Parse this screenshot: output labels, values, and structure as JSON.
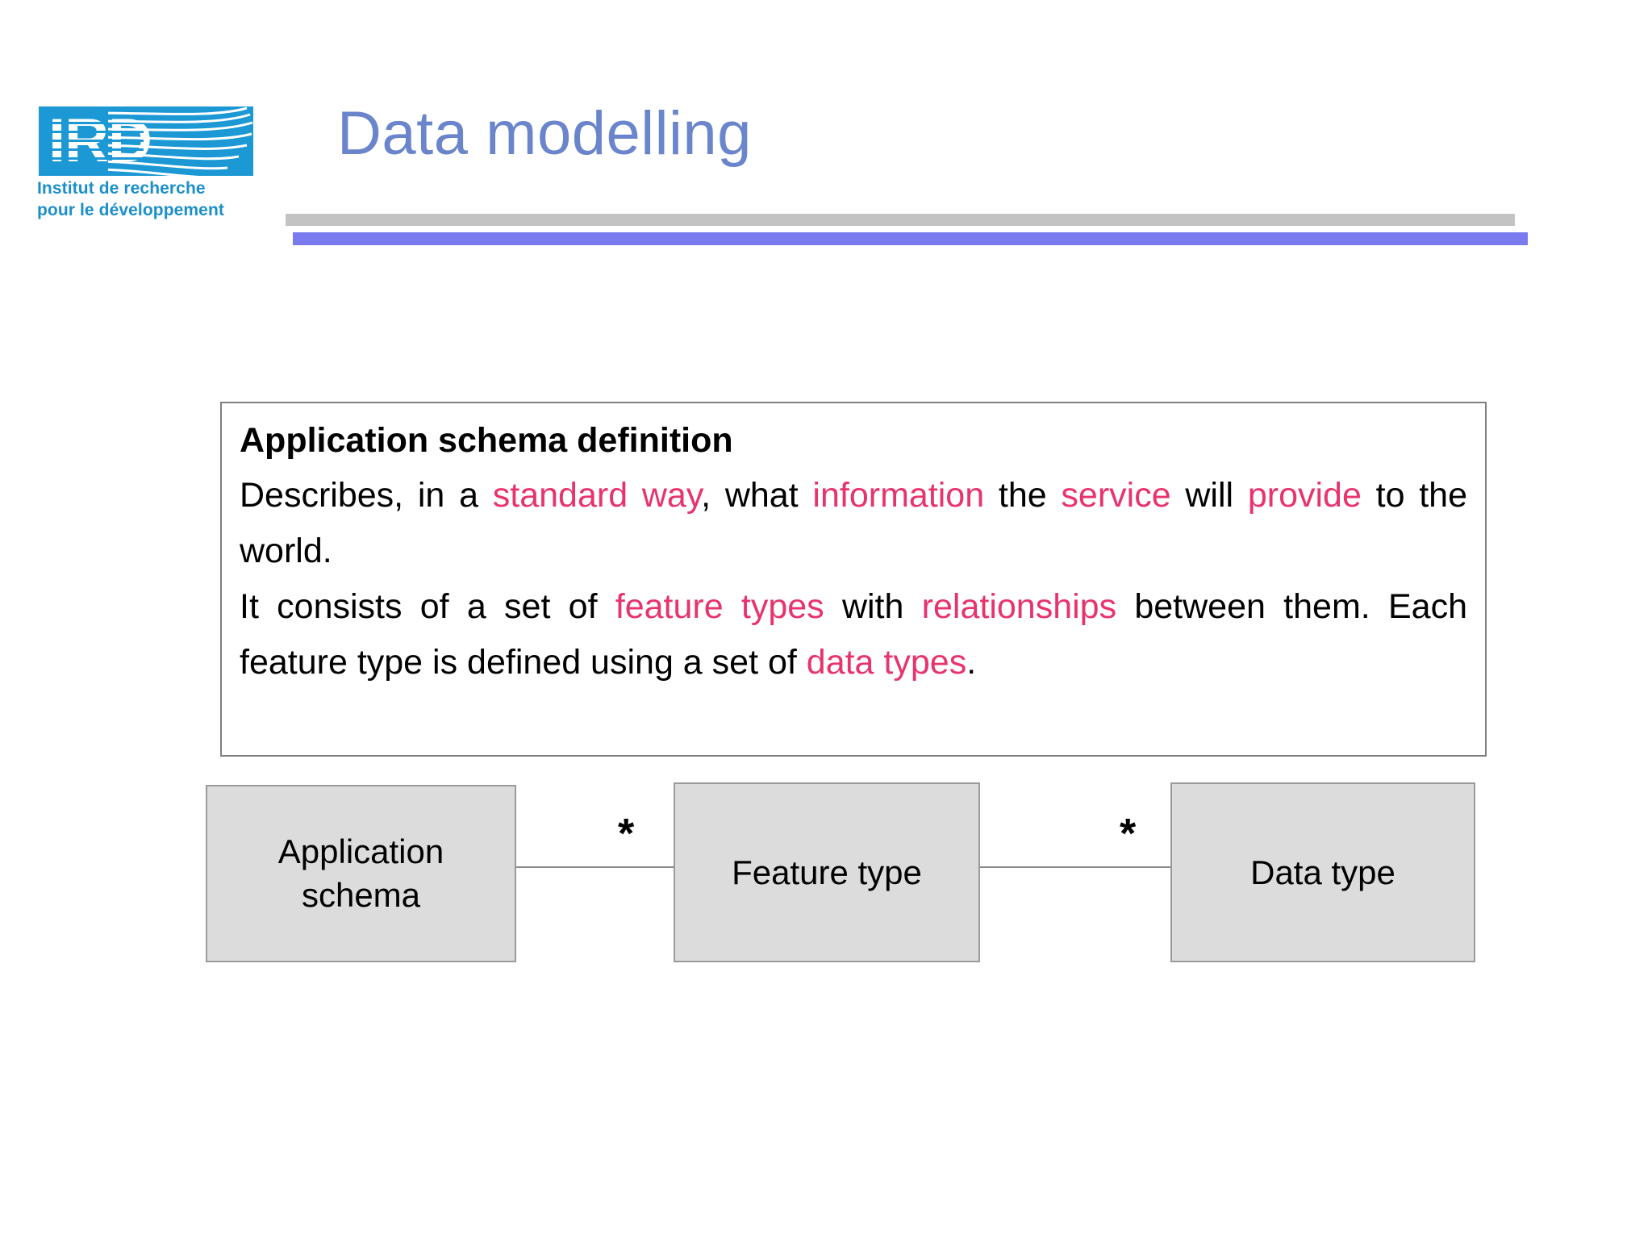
{
  "slide": {
    "title": "Data modelling",
    "title_color": "#6a85cb",
    "background": "#ffffff",
    "highlight_color": "#e8336d"
  },
  "logo": {
    "mark_text": "IRD",
    "mark_background": "#1c98d4",
    "subtitle_line1": "Institut de recherche",
    "subtitle_line2": "pour le développement",
    "subtitle_color": "#1b8fcb"
  },
  "dividers": {
    "gray_color": "#c3c3c3",
    "purple_color": "#7b7bf0"
  },
  "definition": {
    "heading": "Application schema definition",
    "paragraph1": {
      "seg1": "Describes, in a ",
      "hl1": "standard way",
      "seg2": ", what ",
      "hl2": "information",
      "seg3": " the ",
      "hl3": "service",
      "seg4": " will ",
      "hl4": "provide",
      "seg5": " to the world."
    },
    "paragraph2": {
      "seg1": "It consists of a set of ",
      "hl1": "feature types",
      "seg2": " with ",
      "hl2": "relationships",
      "seg3": " between them. Each feature type is defined using a set of ",
      "hl3": "data types",
      "seg4": "."
    }
  },
  "diagram": {
    "type": "uml-class-association",
    "boxes": [
      {
        "id": "application-schema",
        "label": "Application\nschema"
      },
      {
        "id": "feature-type",
        "label": "Feature type"
      },
      {
        "id": "data-type",
        "label": "Data type"
      }
    ],
    "box_label_1a": "Application",
    "box_label_1b": "schema",
    "box_label_2": "Feature type",
    "box_label_3": "Data type",
    "multiplicity_1": "*",
    "multiplicity_2": "*",
    "box_fill": "#dcdcdc",
    "box_border": "#9a9a9a"
  }
}
